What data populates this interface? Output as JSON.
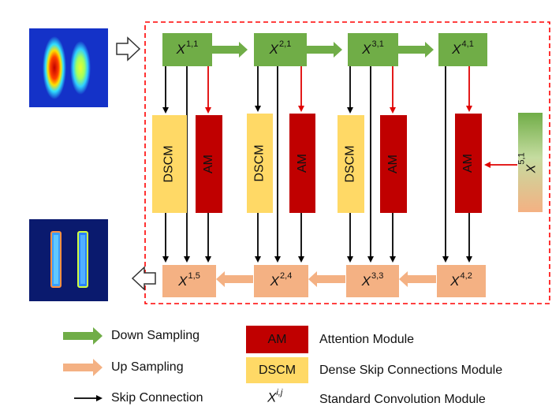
{
  "nodes": {
    "x11": {
      "base": "X",
      "sup": "1,1"
    },
    "x21": {
      "base": "X",
      "sup": "2,1"
    },
    "x31": {
      "base": "X",
      "sup": "3,1"
    },
    "x41": {
      "base": "X",
      "sup": "4,1"
    },
    "x51": {
      "base": "X",
      "sup": "5,1"
    },
    "x15": {
      "base": "X",
      "sup": "1,5"
    },
    "x24": {
      "base": "X",
      "sup": "2,4"
    },
    "x33": {
      "base": "X",
      "sup": "3,3"
    },
    "x42": {
      "base": "X",
      "sup": "4,2"
    }
  },
  "modules": {
    "dscm_label": "DSCM",
    "am_label": "AM"
  },
  "legend": {
    "down_sampling": "Down Sampling",
    "up_sampling": "Up Sampling",
    "skip_connection": "Skip Connection",
    "am_box": "AM",
    "am_desc": "Attention Module",
    "dscm_box": "DSCM",
    "dscm_desc": "Dense Skip Connections Module",
    "xij_base": "X",
    "xij_sup": "i,j",
    "xij_desc": "Standard Convolution Module"
  },
  "colors": {
    "down": "#70ad47",
    "up": "#f4b183",
    "am": "#c00000",
    "dscm": "#ffd966",
    "frame": "#ff0000"
  }
}
